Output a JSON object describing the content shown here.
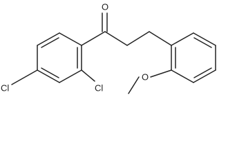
{
  "structure": {
    "atoms": {
      "oxygen_carbonyl": "O",
      "chlorine_para": "Cl",
      "chlorine_ortho": "Cl",
      "oxygen_methoxy": "O"
    }
  }
}
